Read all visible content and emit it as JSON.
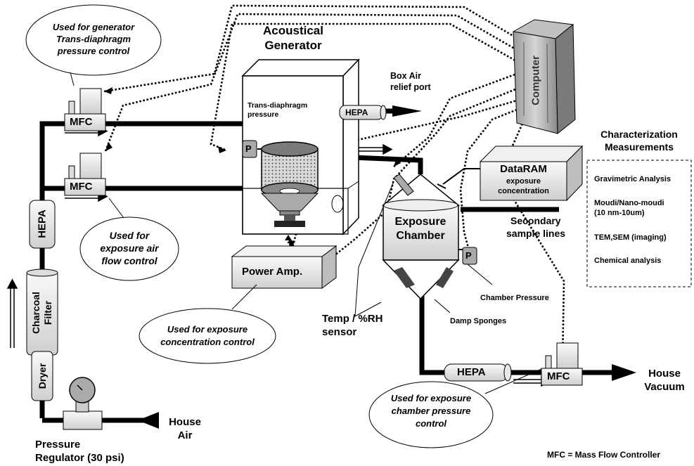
{
  "notes": {
    "generator_pressure": [
      "Used for generator",
      "Trans-diaphragm",
      "pressure control"
    ],
    "exposure_air": [
      "Used for",
      "exposure air",
      "flow control"
    ],
    "concentration": [
      "Used for exposure",
      "concentration control"
    ],
    "chamber_pressure": [
      "Used for exposure",
      "chamber pressure",
      "control"
    ]
  },
  "components": {
    "generator_title": [
      "Acoustical",
      "Generator"
    ],
    "trans_diaphragm": [
      "Trans-diaphragm",
      "pressure"
    ],
    "p": "P",
    "mfc": "MFC",
    "hepa": "HEPA",
    "charcoal": [
      "Charcoal",
      "Filter"
    ],
    "dryer": "Dryer",
    "power_amp": "Power Amp.",
    "computer": "Computer",
    "dataram_title": "DataRAM",
    "dataram_sub": [
      "exposure",
      "concentration"
    ],
    "chamber": [
      "Exposure",
      "Chamber"
    ]
  },
  "labels": {
    "box_air": [
      "Box Air",
      "relief port"
    ],
    "characterization": [
      "Characterization",
      "Measurements"
    ],
    "secondary": [
      "Secondary",
      "sample lines"
    ],
    "chamber_pressure": "Chamber Pressure",
    "damp_sponges": "Damp Sponges",
    "temp_rh": [
      "Temp / %RH",
      "sensor"
    ],
    "house_air": [
      "House",
      "Air"
    ],
    "house_vacuum": [
      "House",
      "Vacuum"
    ],
    "regulator": [
      "Pressure",
      "Regulator (30 psi)"
    ],
    "legend": "MFC = Mass Flow Controller"
  },
  "measurements": [
    "Gravimetric Analysis",
    "Moudi/Nano-moudi",
    "(10 nm-10um)",
    "TEM,SEM (imaging)",
    "Chemical analysis"
  ]
}
